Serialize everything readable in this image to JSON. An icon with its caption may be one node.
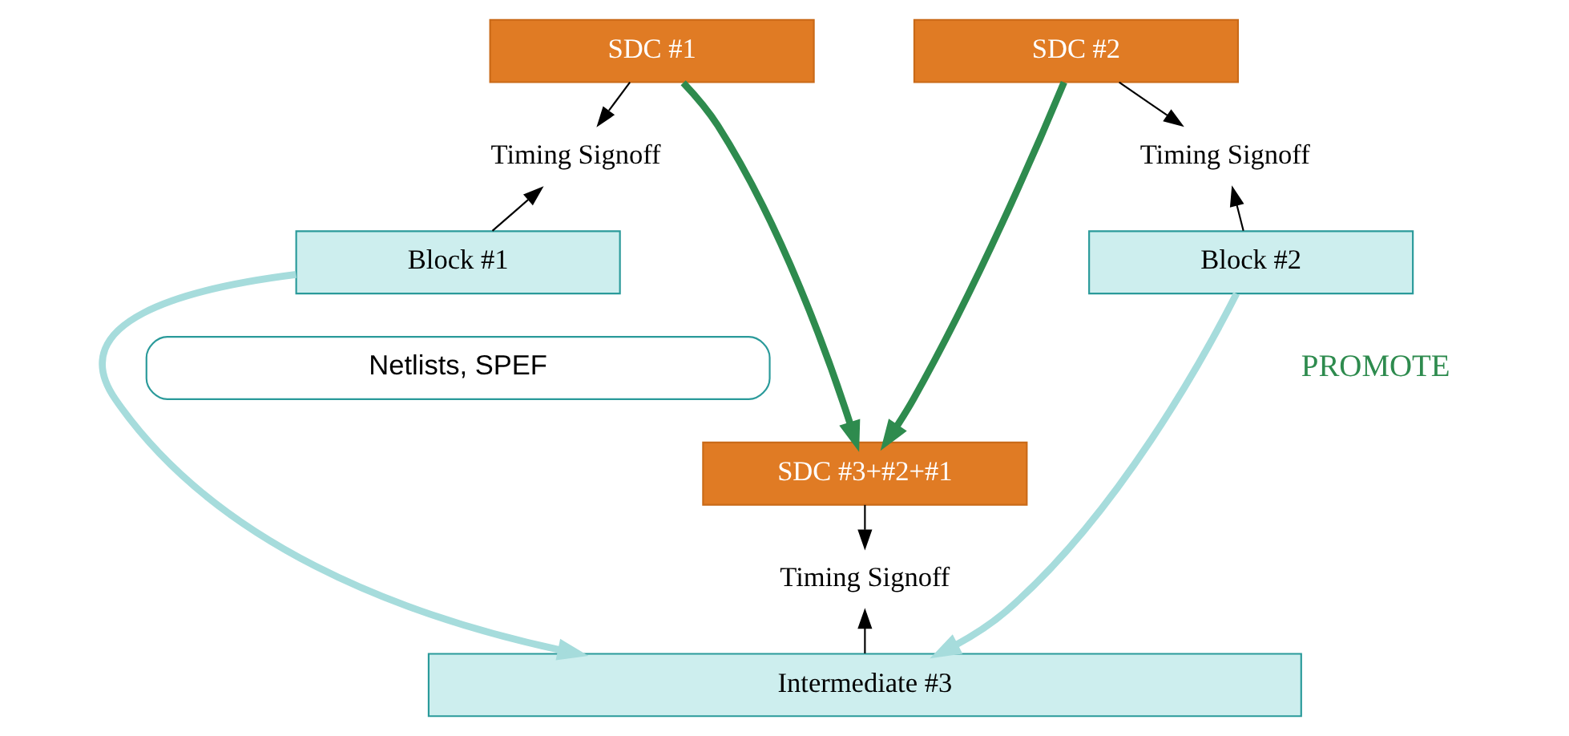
{
  "diagram": {
    "nodes": [
      {
        "text": [
          "SDC #1"
        ]
      },
      {
        "text": [
          "SDC #2"
        ]
      },
      {
        "text": [
          "Timing Signoff"
        ]
      },
      {
        "text": [
          "Timing Signoff"
        ]
      },
      {
        "text": [
          "Block #1"
        ]
      },
      {
        "text": [
          "Block #2"
        ]
      },
      {
        "text": [
          "Netlists, SPEF"
        ]
      },
      {
        "text": [
          "SDC #3+#2+#1"
        ]
      },
      {
        "text": [
          "Timing Signoff"
        ]
      },
      {
        "text": [
          "Intermediate #3"
        ]
      }
    ],
    "edges": [
      {
        "from": 0,
        "to": 2,
        "arrow": "to"
      },
      {
        "from": 4,
        "to": 2,
        "arrow": "to"
      },
      {
        "from": 1,
        "to": 3,
        "arrow": "to"
      },
      {
        "from": 5,
        "to": 3,
        "arrow": "to"
      },
      {
        "from": 0,
        "to": 7,
        "arrow": "to",
        "style": "thick",
        "color": "#2e8b4e"
      },
      {
        "from": 1,
        "to": 7,
        "arrow": "to",
        "style": "thick",
        "color": "#2e8b4e"
      },
      {
        "from": 4,
        "to": 9,
        "arrow": "to",
        "style": "thick",
        "color": "#a6dcdc"
      },
      {
        "from": 5,
        "to": 9,
        "arrow": "to",
        "style": "thick",
        "color": "#a6dcdc"
      },
      {
        "from": 7,
        "to": 8,
        "arrow": "to"
      },
      {
        "from": 9,
        "to": 8,
        "arrow": "to"
      }
    ],
    "labels": [
      "PROMOTE"
    ]
  }
}
